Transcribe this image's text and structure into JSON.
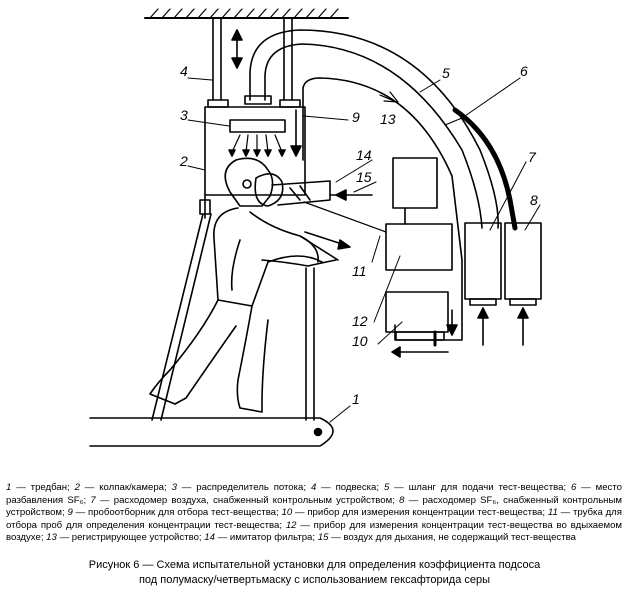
{
  "labels": {
    "l1": "1",
    "l2": "2",
    "l3": "3",
    "l4": "4",
    "l5": "5",
    "l6": "6",
    "l7": "7",
    "l8": "8",
    "l9": "9",
    "l10": "10",
    "l11": "11",
    "l12": "12",
    "l13": "13",
    "l14": "14",
    "l15": "15"
  },
  "legend": {
    "items": [
      {
        "num": "1",
        "text": " — тредбан; "
      },
      {
        "num": "2",
        "text": " — колпак/камера; "
      },
      {
        "num": "3",
        "text": " — распределитель потока; "
      },
      {
        "num": "4",
        "text": " — подвеска; "
      },
      {
        "num": "5",
        "text": " — шланг для подачи тест-вещества; "
      },
      {
        "num": "6",
        "text": " — место разбавления SF₆; "
      },
      {
        "num": "7",
        "text": " — расходомер воздуха, снабженный контрольным устройством; "
      },
      {
        "num": "8",
        "text": " — расходомер SF₆, снабженный контрольным устройством; "
      },
      {
        "num": "9",
        "text": " — пробоотборник для отбора тест-вещества; "
      },
      {
        "num": "10",
        "text": " — прибор для измерения концентрации тест-вещества; "
      },
      {
        "num": "11",
        "text": " — трубка для отбора проб для определения концентрации тест-вещества; "
      },
      {
        "num": "12",
        "text": " — прибор для измерения концентрации тест-вещества во вдыхаемом воздухе; "
      },
      {
        "num": "13",
        "text": " — регистрирующее устройство; "
      },
      {
        "num": "14",
        "text": " — имитатор фильтра; "
      },
      {
        "num": "15",
        "text": " — воздух для дыхания, не содержащий тест-вещества"
      }
    ]
  },
  "caption": {
    "line1": "Рисунок  6 — Схема испытательной установки для определения коэффициента подсоса",
    "line2": "под полумаску/четвертьмаску с использованием гексафторида серы"
  }
}
